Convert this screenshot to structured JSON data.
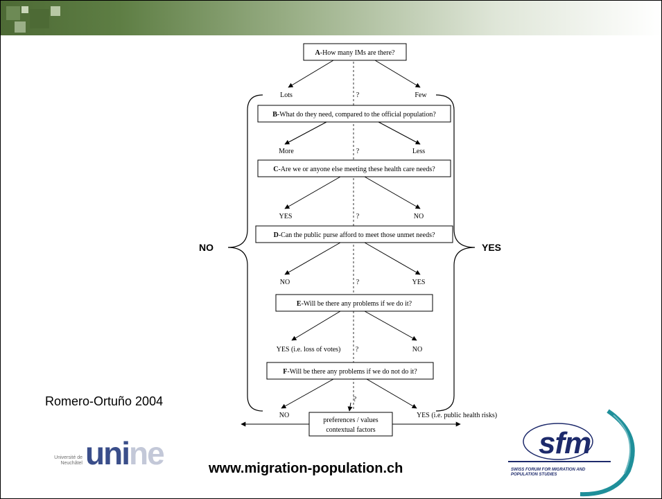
{
  "diagram": {
    "questions": {
      "A": {
        "letter": "A",
        "text": "-How many IMs are there?"
      },
      "B": {
        "letter": "B",
        "text": "-What do they need, compared to the official population?"
      },
      "C": {
        "letter": "C",
        "text": "-Are we or anyone else meeting these health care needs?"
      },
      "D": {
        "letter": "D",
        "text": "-Can the public purse afford to meet those unmet needs?"
      },
      "E": {
        "letter": "E",
        "text": "-Will be there any problems if we do it?"
      },
      "F": {
        "letter": "F",
        "text": "-Will be there any problems if we do not do it?"
      }
    },
    "answers": {
      "A": {
        "left": "Lots",
        "middle": "?",
        "right": "Few"
      },
      "B": {
        "left": "More",
        "middle": "?",
        "right": "Less"
      },
      "C": {
        "left": "YES",
        "middle": "?",
        "right": "NO"
      },
      "D": {
        "left": "NO",
        "middle": "?",
        "right": "YES"
      },
      "E": {
        "left": "YES (i.e. loss of votes)",
        "middle": "?",
        "right": "NO"
      },
      "F": {
        "left": "NO",
        "middle": "?",
        "right": "YES (i.e. public health risks)"
      }
    },
    "bottom_box": {
      "line1": "preferences / values",
      "line2": "contextual factors"
    },
    "left_brace_label": "NO",
    "right_brace_label": "YES"
  },
  "citation": "Romero-Ortuño 2004",
  "website": "www.migration-population.ch",
  "logos": {
    "unine": {
      "small_text": "Université de Neuchâtel",
      "word": "unine",
      "icon": "unine-logo"
    },
    "sfm": {
      "letters": "sfm",
      "sub_text": "SWISS FORUM FOR MIGRATION AND POPULATION STUDIES",
      "icon": "sfm-logo"
    }
  },
  "colors": {
    "header_dark": "#4d6a35",
    "header_light": "#9bb088",
    "unine_blue": "#3a4e8a",
    "sfm_navy": "#1d2a6b",
    "sfm_teal": "#1f8f9a"
  }
}
